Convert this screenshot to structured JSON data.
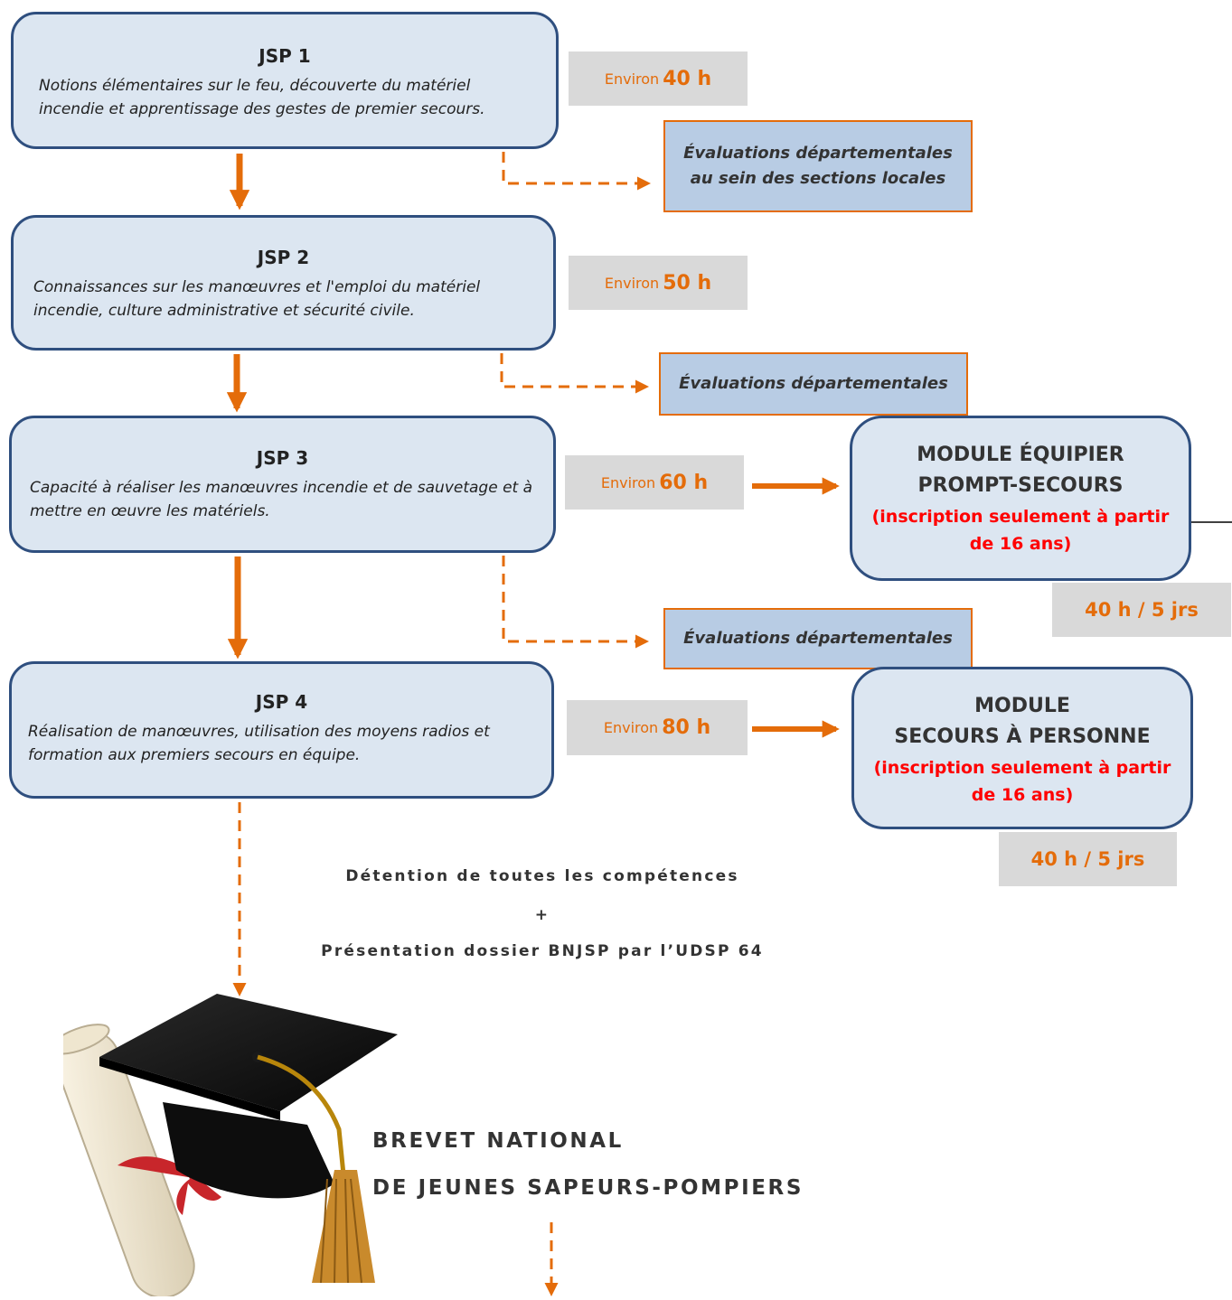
{
  "steps": [
    {
      "title": "JSP 1",
      "description": "Notions élémentaires sur le feu, découverte du matériel incendie et apprentissage des gestes de premier secours.",
      "hours_prefix": "Environ",
      "hours_value": "40 h"
    },
    {
      "title": "JSP 2",
      "description": "Connaissances sur les manœuvres et l'emploi du matériel incendie, culture administrative et sécurité civile.",
      "hours_prefix": "Environ",
      "hours_value": "50 h"
    },
    {
      "title": "JSP 3",
      "description": "Capacité à réaliser les manœuvres incendie et de sauvetage et à mettre en œuvre les matériels.",
      "hours_prefix": "Environ",
      "hours_value": "60 h"
    },
    {
      "title": "JSP 4",
      "description": "Réalisation de manœuvres, utilisation des moyens radios et formation aux premiers secours en équipe.",
      "hours_prefix": "Environ",
      "hours_value": "80 h"
    }
  ],
  "evaluations": [
    {
      "line1": "Évaluations départementales",
      "line2": "au sein des sections locales"
    },
    {
      "line1": "Évaluations départementales"
    },
    {
      "line1": "Évaluations départementales"
    }
  ],
  "modules": [
    {
      "line1": "MODULE ÉQUIPIER",
      "line2": "PROMPT-SECOURS",
      "note": "(inscription seulement à partir de 16 ans)",
      "duration": "40 h / 5 jrs"
    },
    {
      "line1": "MODULE",
      "line2": "SECOURS À PERSONNE",
      "note": "(inscription seulement à partir de 16 ans)",
      "duration": "40 h / 5 jrs"
    }
  ],
  "requirements": {
    "line1": "Détention de toutes les compétences",
    "plus": "+",
    "line2": "Présentation dossier BNJSP par l’UDSP 64"
  },
  "brevet": {
    "line1": "BREVET NATIONAL",
    "line2": "DE JEUNES SAPEURS-POMPIERS"
  },
  "colors": {
    "arrow": "#e46c0a",
    "box_fill": "#dce6f1",
    "box_border": "#2f4f7f",
    "eval_fill": "#b8cce4",
    "note_red": "#ff0000",
    "hours_bg": "#d9d9d9"
  }
}
